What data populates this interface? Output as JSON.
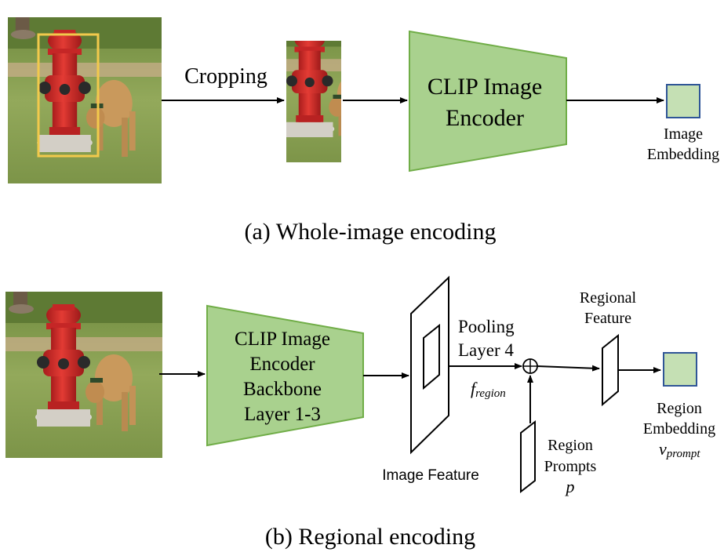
{
  "panel_a": {
    "crop_label": "Cropping",
    "encoder_line1": "CLIP Image",
    "encoder_line2": "Encoder",
    "embedding_line1": "Image",
    "embedding_line2": "Embedding",
    "caption": "(a) Whole-image encoding"
  },
  "panel_b": {
    "backbone_line1": "CLIP Image",
    "backbone_line2": "Encoder",
    "backbone_line3": "Backbone",
    "backbone_line4": "Layer 1-3",
    "image_feature_label": "Image Feature",
    "pooling_line1": "Pooling",
    "pooling_line2": "Layer 4",
    "f_region_base": "f",
    "f_region_sub": "region",
    "regional_feature_line1": "Regional",
    "regional_feature_line2": "Feature",
    "prompts_line1": "Region",
    "prompts_line2": "Prompts",
    "prompts_symbol": "p",
    "region_embedding_line1": "Region",
    "region_embedding_line2": "Embedding",
    "v_base": "v",
    "v_sub": "prompt",
    "caption": "(b) Regional encoding"
  },
  "colors": {
    "encoder_fill": "#a9d18e",
    "encoder_stroke": "#70ad47",
    "embedding_fill": "#c5e0b4",
    "embedding_stroke": "#2f5597",
    "crop_box": "#f2c94c",
    "f_region_color": "#7b3f61",
    "hydrant_red": "#d42a2a",
    "grass": "#8aa455"
  }
}
